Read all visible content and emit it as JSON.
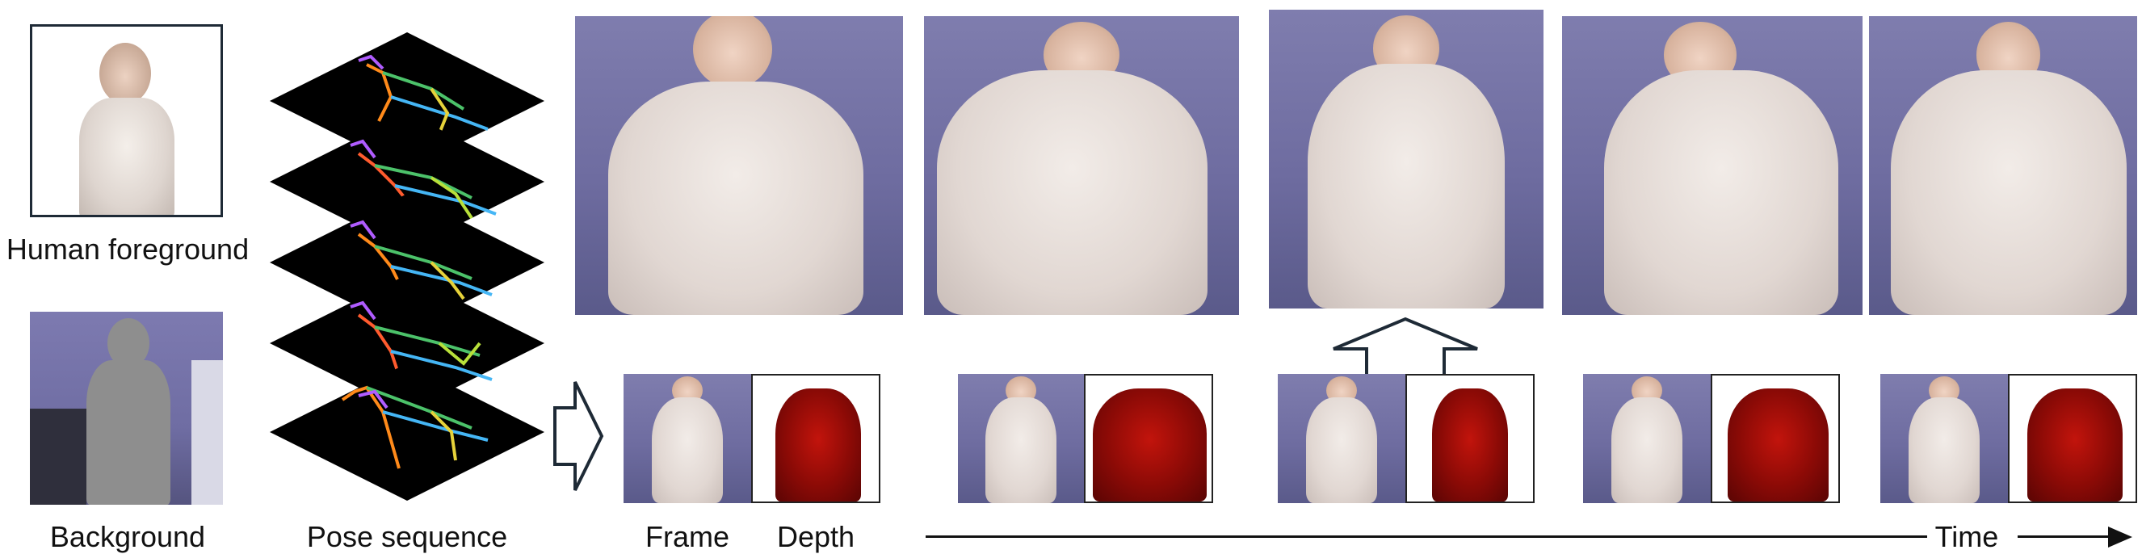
{
  "labels": {
    "human_foreground": "Human foreground",
    "background": "Background",
    "pose_sequence": "Pose sequence",
    "frame": "Frame",
    "depth": "Depth",
    "time": "Time"
  },
  "colors": {
    "arrow": "#1e2a36",
    "wall": "#7f7dae",
    "depth_red": "#b5120a",
    "pose_bg": "#000000"
  },
  "pose_layers": 5,
  "output_frames": 5,
  "frame_depth_pairs": 5
}
